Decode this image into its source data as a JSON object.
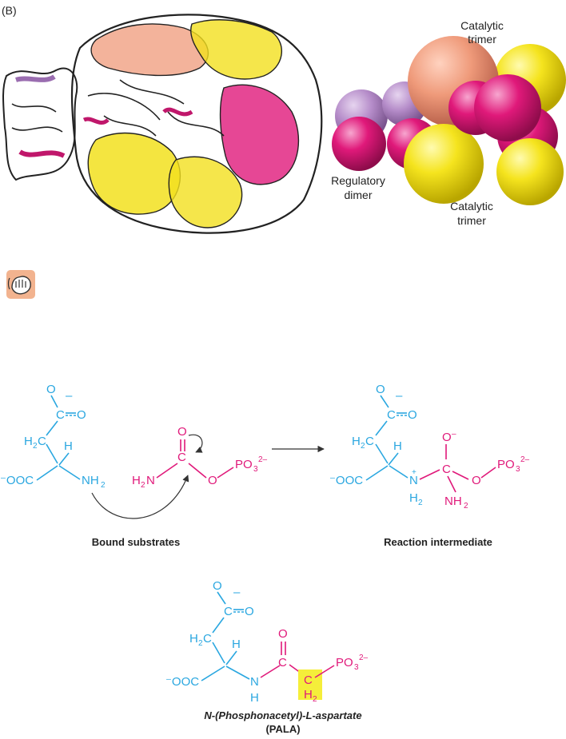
{
  "panel_label": "(B)",
  "model_labels": {
    "catalytic_top_line1": "Catalytic",
    "catalytic_top_line2": "trimer",
    "regulatory_line1": "Regulatory",
    "regulatory_line2": "dimer",
    "catalytic_bottom_line1": "Catalytic",
    "catalytic_bottom_line2": "trimer"
  },
  "icon": "hand-animation-icon",
  "colors": {
    "blue": "#2aa7e0",
    "pink": "#e0197a",
    "yellow": "#f2e01e",
    "salmon": "#ef9a7a",
    "purple": "#b58cc9",
    "highlight": "#f5ee3a"
  },
  "captions": {
    "bound_substrates": "Bound substrates",
    "reaction_intermediate": "Reaction intermediate",
    "pala_line1": "N-(Phosphonacetyl)-L-aspartate",
    "pala_line2": "(PALA)"
  }
}
